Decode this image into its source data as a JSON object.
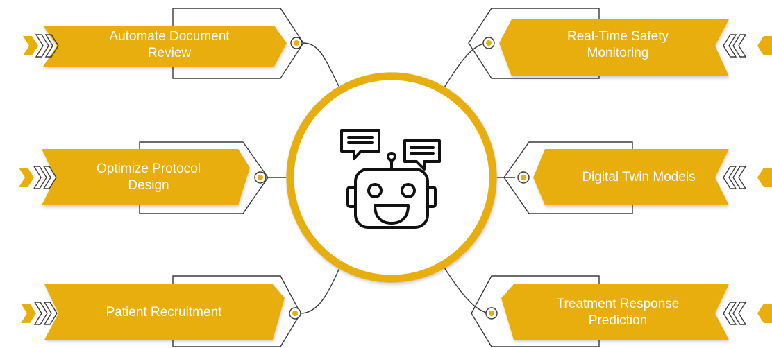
{
  "colors": {
    "gold": "#E8AE0C",
    "gold_shadow": "#CC9606",
    "ring": "#E8AE0C",
    "line": "#3a3a3a",
    "text": "#ffffff"
  },
  "center": {
    "icon": "robot-chat-icon"
  },
  "cards": {
    "automate": {
      "label": "Automate Document\nReview"
    },
    "safety": {
      "label": "Real-Time Safety\nMonitoring"
    },
    "protocol": {
      "label": "Optimize Protocol\nDesign"
    },
    "twin": {
      "label": "Digital Twin Models"
    },
    "recruit": {
      "label": "Patient Recruitment"
    },
    "response": {
      "label": "Treatment Response\nPrediction"
    }
  }
}
